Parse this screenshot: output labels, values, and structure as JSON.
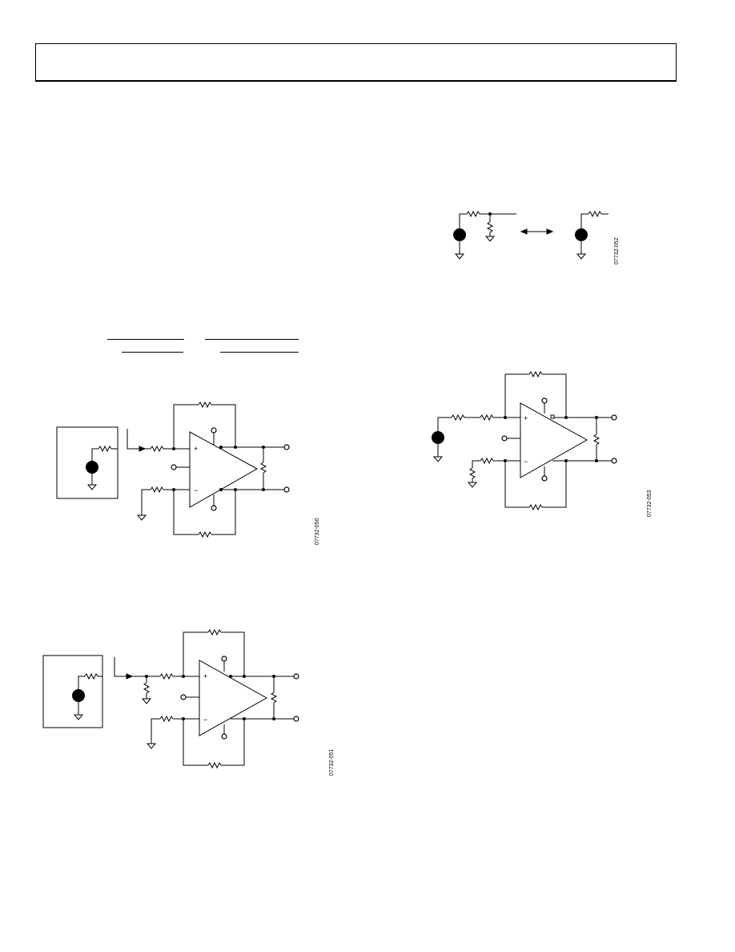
{
  "page": {
    "header_text": ""
  },
  "figures": [
    {
      "id": "fig-top-left",
      "code": "07732-050",
      "plus_sign": "+",
      "minus_sign": "−"
    },
    {
      "id": "fig-bottom-left",
      "code": "07732-051",
      "plus_sign": "+",
      "minus_sign": "−"
    },
    {
      "id": "fig-top-right",
      "code": "07732-052"
    },
    {
      "id": "fig-mid-right",
      "code": "07732-053",
      "plus_sign": "+",
      "minus_sign": "−"
    }
  ]
}
